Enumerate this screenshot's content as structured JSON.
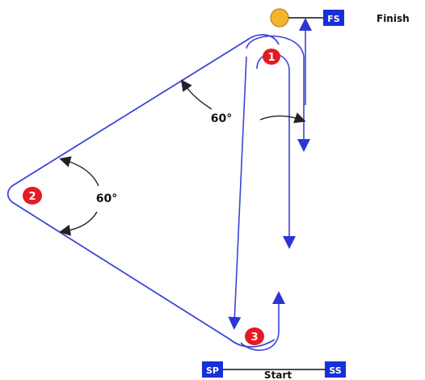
{
  "marks": {
    "mark1": "1",
    "mark2": "2",
    "mark3": "3"
  },
  "angles": {
    "top": "60°",
    "left": "60°"
  },
  "finish": {
    "box": "FS",
    "label": "Finish"
  },
  "start": {
    "left_box": "SP",
    "right_box": "SS",
    "label": "Start"
  },
  "colors": {
    "course": "#3b46d6",
    "mark": "#e41b23",
    "box": "#1730d9",
    "finish_buoy": "#f4b52e"
  }
}
